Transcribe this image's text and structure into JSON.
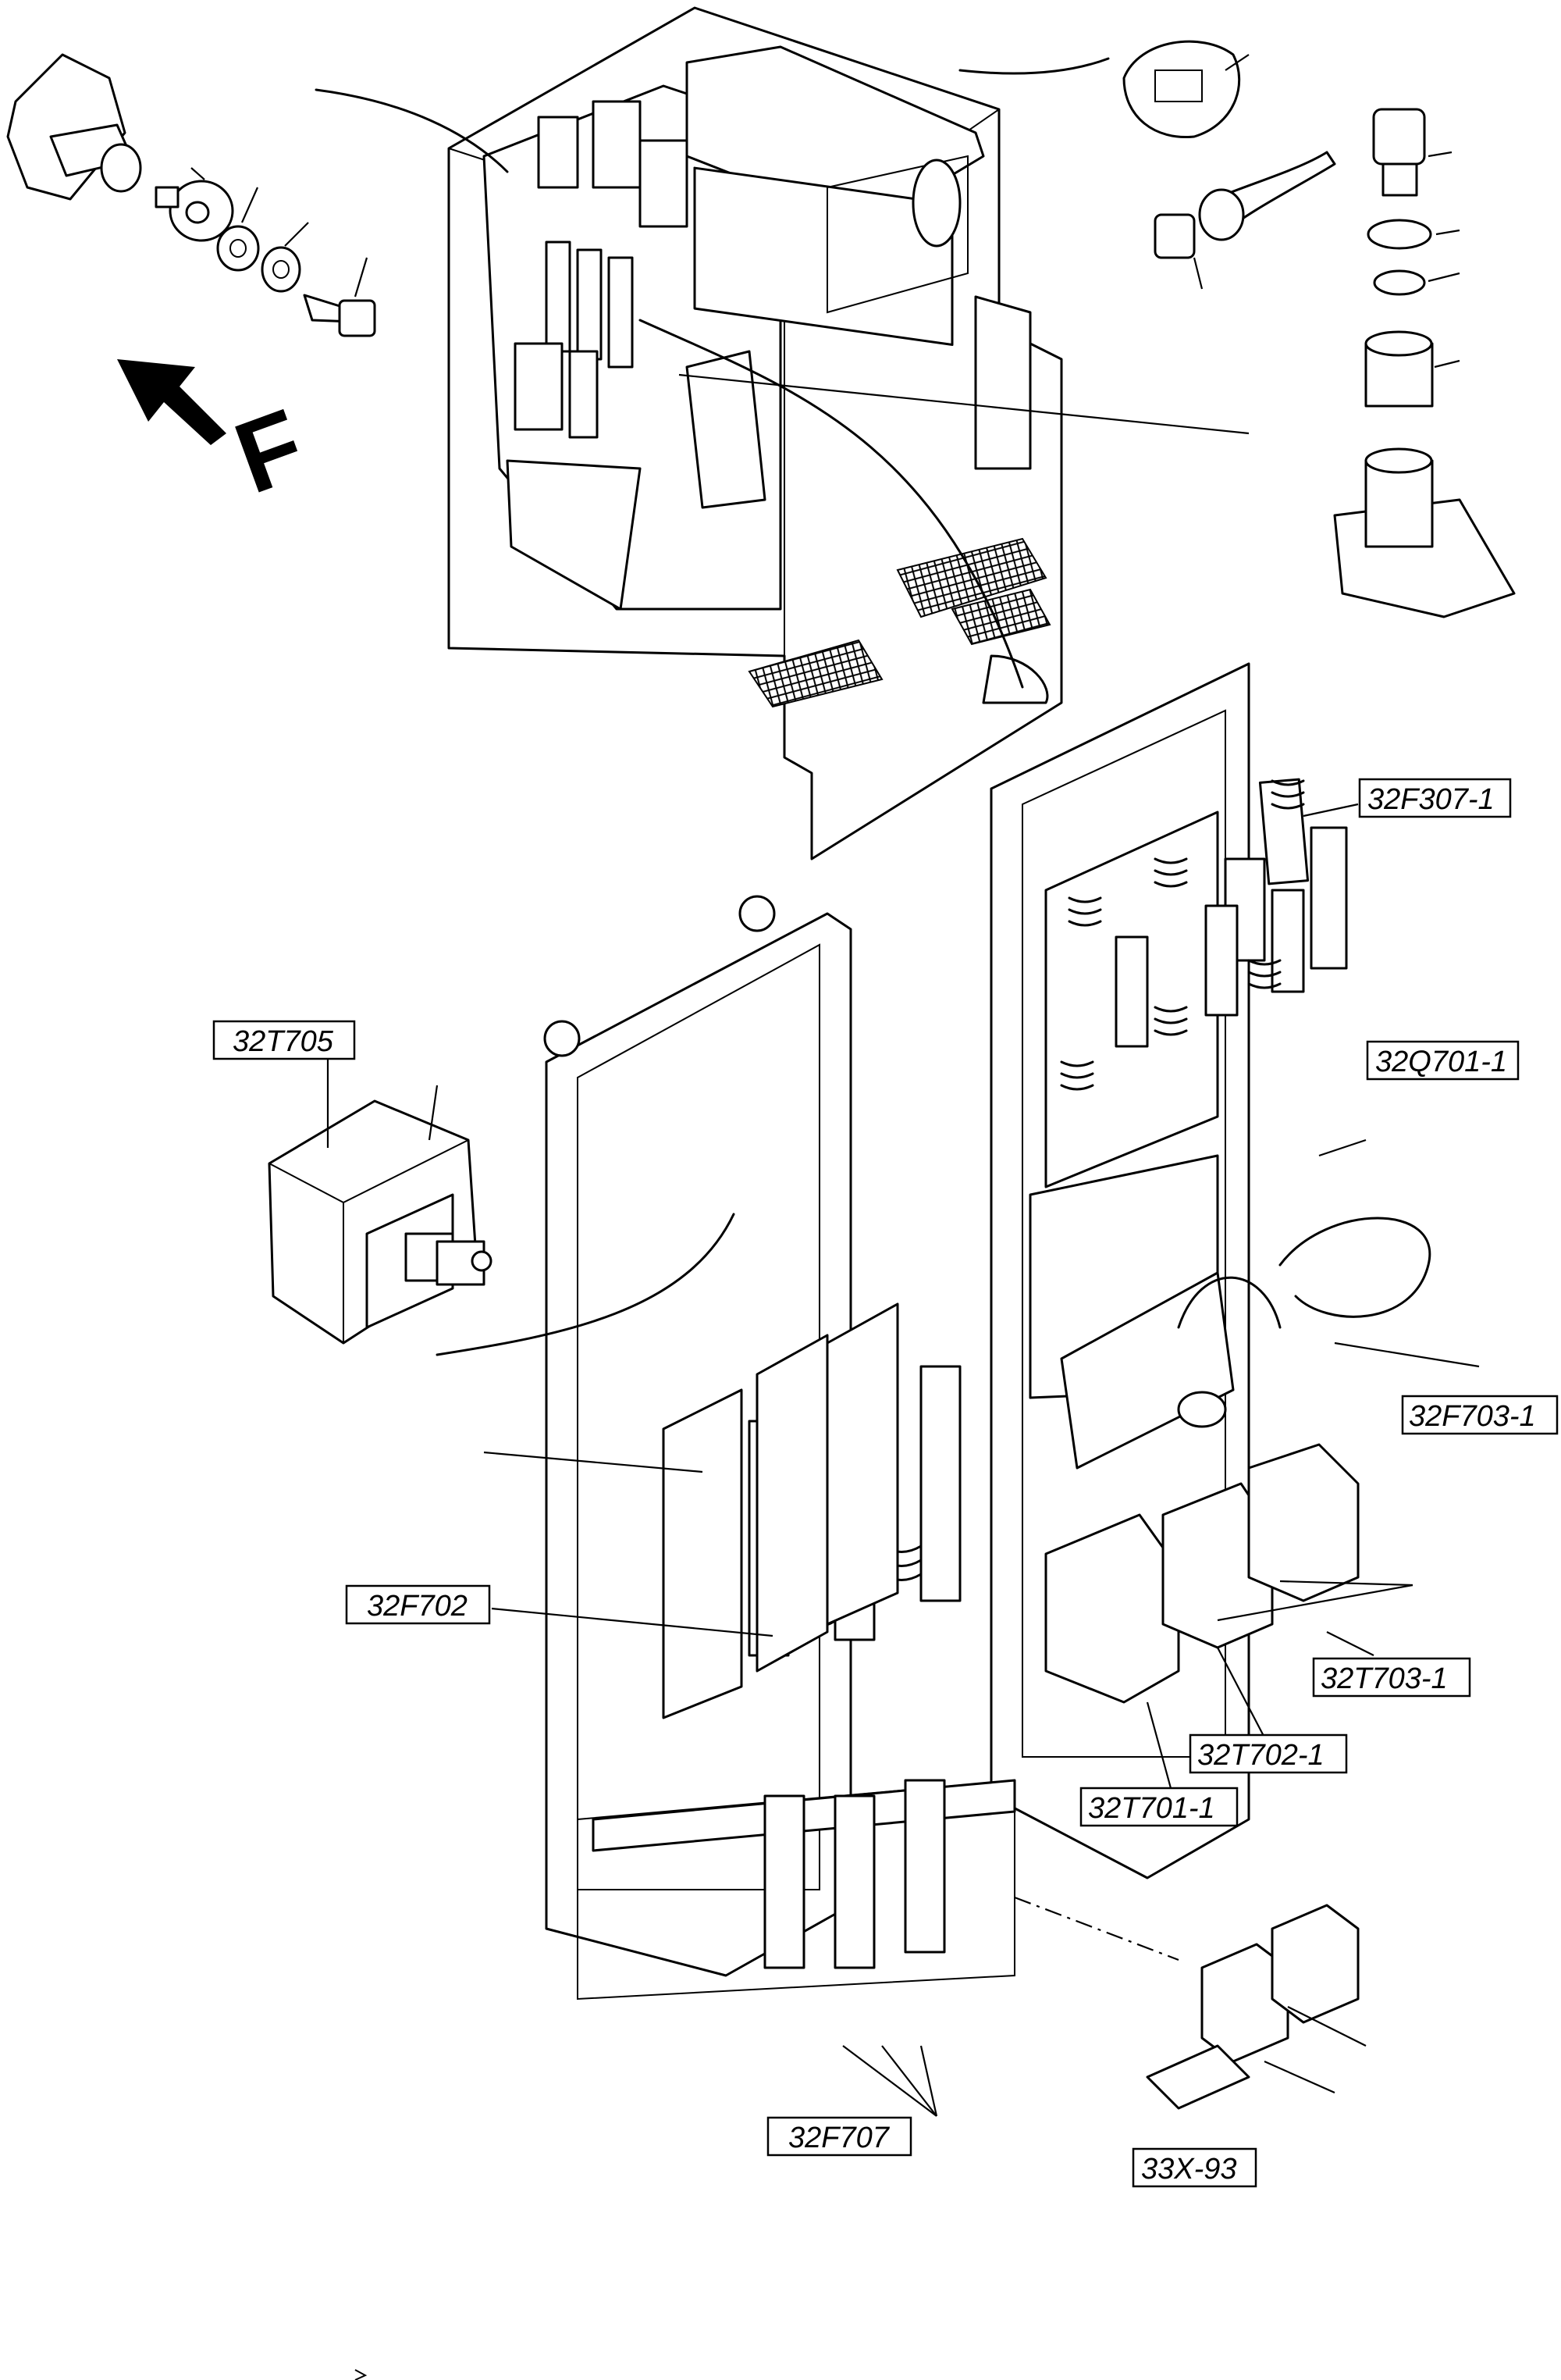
{
  "labels": {
    "f307": "32F307-1",
    "q701": "32Q701-1",
    "t705": "32T705",
    "f703": "32F703-1",
    "f702": "32F702",
    "t703": "32T703-1",
    "t702": "32T702-1",
    "t701": "32T701-1",
    "f707": "32F707",
    "x93": "33X-93"
  },
  "direction_marker": "F",
  "colors": {
    "line": "#000000",
    "background": "#ffffff"
  }
}
